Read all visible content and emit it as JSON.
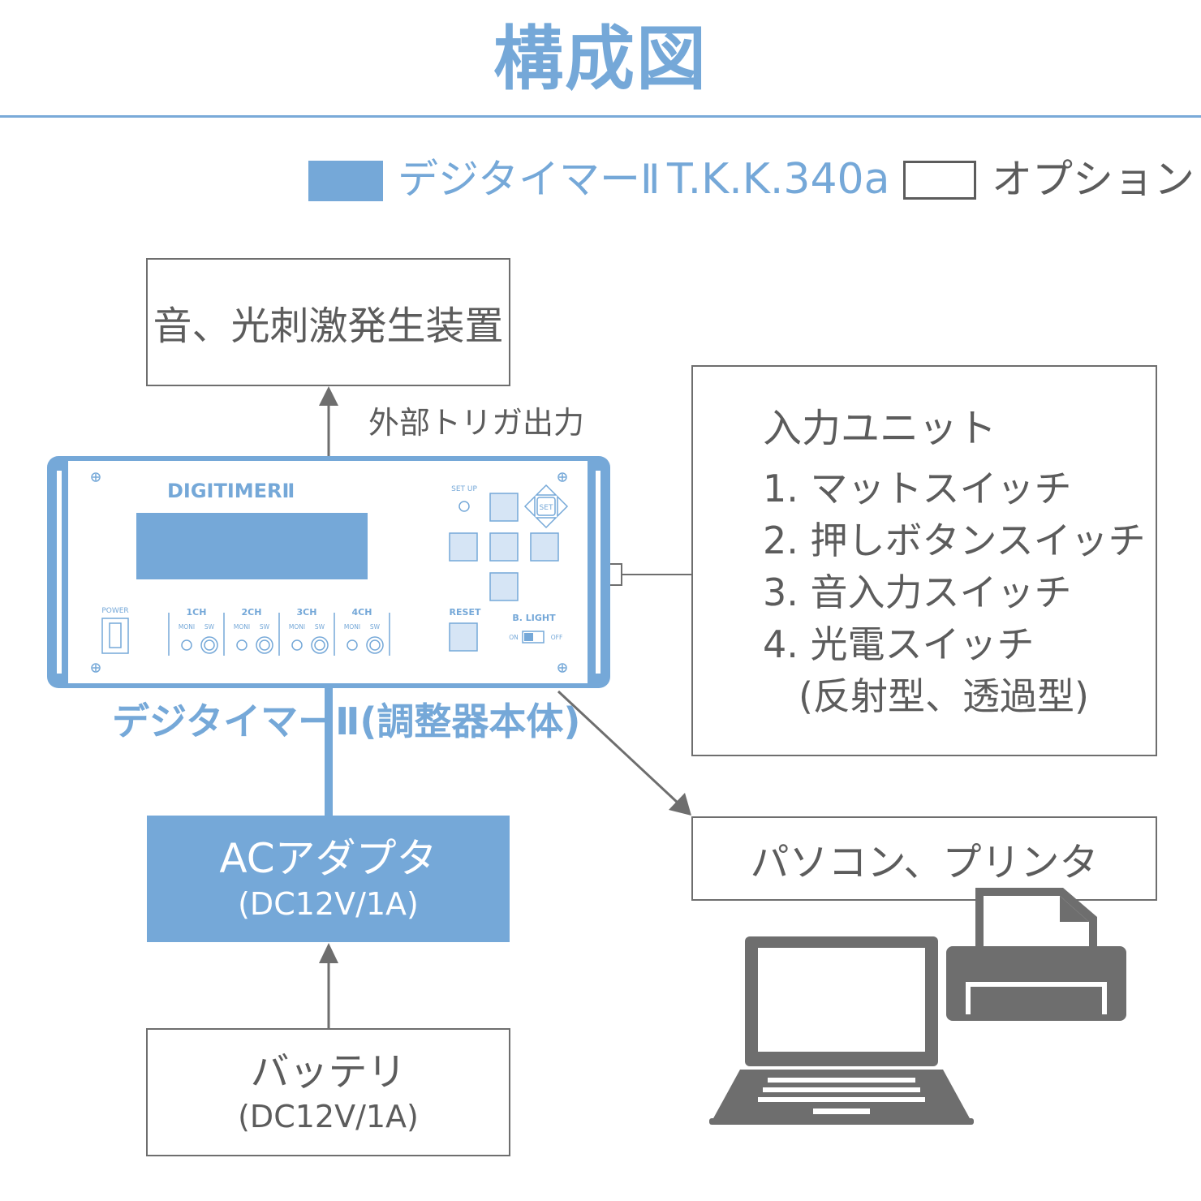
{
  "title": "構成図",
  "legend": {
    "main_label": "デジタイマーⅡ",
    "model": "T.K.K.340a",
    "option_label": "オプション"
  },
  "colors": {
    "accent": "#75a8d8",
    "gray": "#5c5c5c",
    "panel_fill": "#d6e5f5"
  },
  "stimulus_box": "音、光刺激発生装置",
  "trigger_label": "外部トリガ出力",
  "device": {
    "brand": "DIGITIMERⅡ",
    "setup_label": "SET UP",
    "set_label": "SET",
    "power_label": "POWER",
    "channels": [
      "1CH",
      "2CH",
      "3CH",
      "4CH"
    ],
    "moni_label": "MONI",
    "sw_label": "SW",
    "reset_label": "RESET",
    "blight_label": "B. LIGHT",
    "on_label": "ON",
    "off_label": "OFF"
  },
  "device_caption": "デジタイマーⅡ(調整器本体)",
  "input_unit": {
    "head": "入力ユニット",
    "items": [
      "1. マットスイッチ",
      "2. 押しボタンスイッチ",
      "3. 音入力スイッチ",
      "4. 光電スイッチ",
      "(反射型、透過型)"
    ]
  },
  "pc_printer": "パソコン、プリンタ",
  "adapter": {
    "line1": "ACアダプタ",
    "line2": "(DC12V/1A)"
  },
  "battery": {
    "line1": "バッテリ",
    "line2": "(DC12V/1A)"
  }
}
